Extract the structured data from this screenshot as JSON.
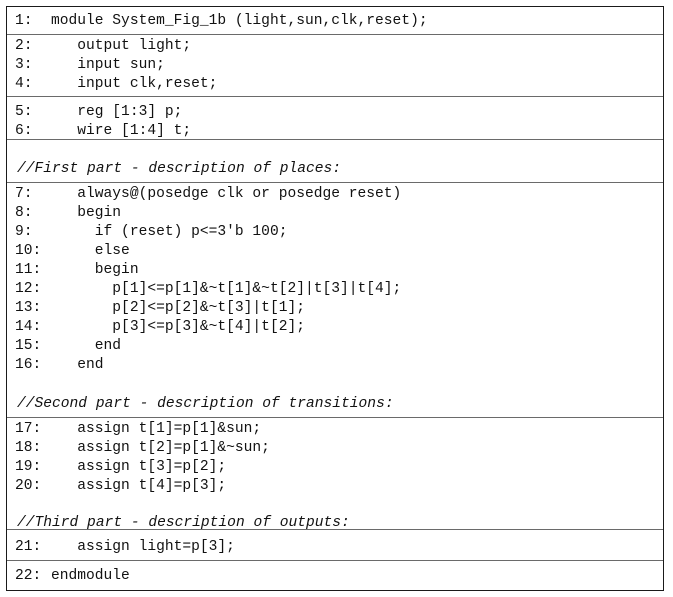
{
  "lines": [
    {
      "num": "1:",
      "code": "module System_Fig_1b (light,sun,clk,reset);"
    },
    {
      "num": "2:",
      "code": "   output light;"
    },
    {
      "num": "3:",
      "code": "   input sun;"
    },
    {
      "num": "4:",
      "code": "   input clk,reset;"
    },
    {
      "num": "5:",
      "code": "   reg [1:3] p;"
    },
    {
      "num": "6:",
      "code": "   wire [1:4] t;"
    },
    {
      "comment": "//First part - description of places:"
    },
    {
      "num": "7:",
      "code": "   always@(posedge clk or posedge reset)"
    },
    {
      "num": "8:",
      "code": "   begin"
    },
    {
      "num": "9:",
      "code": "     if (reset) p<=3'b 100;"
    },
    {
      "num": "10:",
      "code": "     else"
    },
    {
      "num": "11:",
      "code": "     begin"
    },
    {
      "num": "12:",
      "code": "       p[1]<=p[1]&~t[1]&~t[2]|t[3]|t[4];"
    },
    {
      "num": "13:",
      "code": "       p[2]<=p[2]&~t[3]|t[1];"
    },
    {
      "num": "14:",
      "code": "       p[3]<=p[3]&~t[4]|t[2];"
    },
    {
      "num": "15:",
      "code": "     end"
    },
    {
      "num": "16:",
      "code": "   end"
    },
    {
      "comment": "//Second part - description of transitions:"
    },
    {
      "num": "17:",
      "code": "   assign t[1]=p[1]&sun;"
    },
    {
      "num": "18:",
      "code": "   assign t[2]=p[1]&~sun;"
    },
    {
      "num": "19:",
      "code": "   assign t[3]=p[2];"
    },
    {
      "num": "20:",
      "code": "   assign t[4]=p[3];"
    },
    {
      "comment": "//Third part - description of outputs:"
    },
    {
      "num": "21:",
      "code": "   assign light=p[3];"
    },
    {
      "num": "22:",
      "code": "endmodule"
    }
  ]
}
